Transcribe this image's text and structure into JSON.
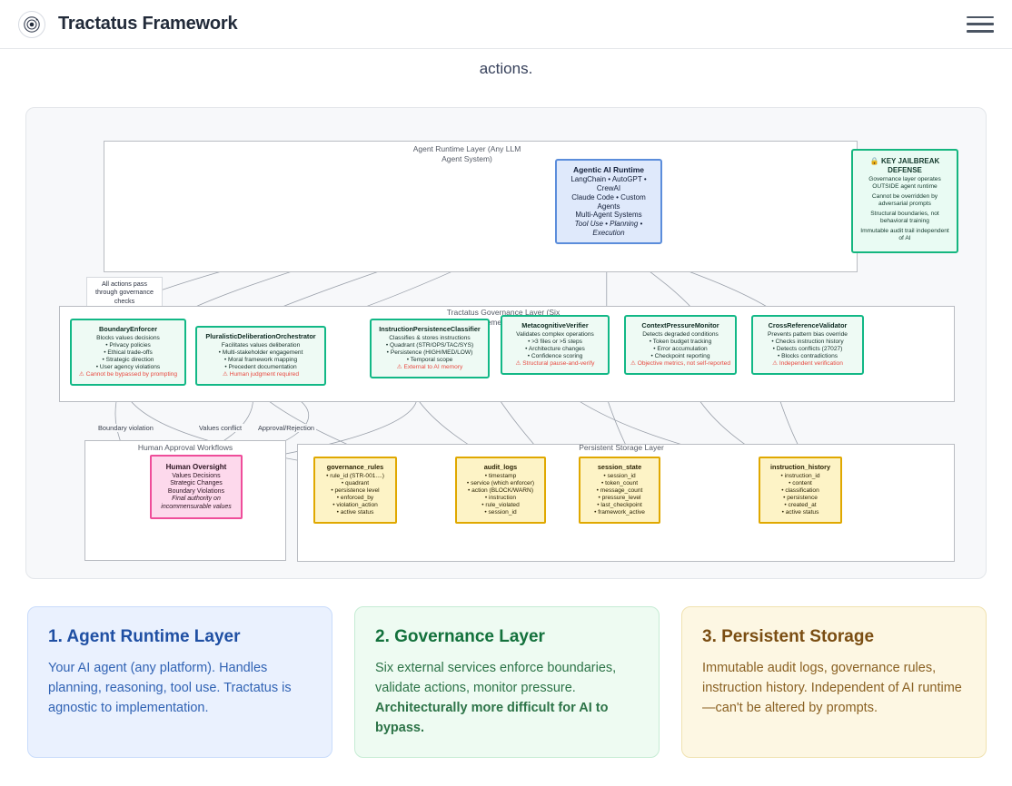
{
  "header": {
    "app_title": "Tractatus Framework",
    "logo_icon": "target-circle-icon",
    "menu_icon": "hamburger-menu-icon"
  },
  "intro": {
    "tail_text": "actions."
  },
  "diagram": {
    "runtime_group_label": "Agent Runtime Layer (Any LLM Agent System)",
    "governance_group_label": "Tractatus Governance Layer (Six Enforcement Services)",
    "storage_group_label": "Persistent Storage Layer",
    "human_group_label": "Human Approval Workflows",
    "note_all_actions": "All actions pass through governance checks",
    "edge_labels": [
      "Boundary violation",
      "Values conflict",
      "Approval/Rejection"
    ],
    "runtime": {
      "title": "Agentic AI Runtime",
      "lines": [
        "LangChain • AutoGPT • CrewAI",
        "Claude Code • Custom Agents",
        "Multi-Agent Systems"
      ],
      "italic_line": "Tool Use • Planning • Execution"
    },
    "key_defense": {
      "icon": "lock-icon",
      "title": "KEY JAILBREAK DEFENSE",
      "lines": [
        "Governance layer operates OUTSIDE agent runtime",
        "Cannot be overridden by adversarial prompts",
        "Structural boundaries, not behavioral training",
        "Immutable audit trail independent of AI"
      ]
    },
    "services": [
      {
        "title": "BoundaryEnforcer",
        "subtitle": "Blocks values decisions",
        "bullets": [
          "Privacy policies",
          "Ethical trade-offs",
          "Strategic direction",
          "User agency violations"
        ],
        "warning": "Cannot be bypassed by prompting"
      },
      {
        "title": "PluralisticDeliberationOrchestrator",
        "subtitle": "Facilitates values deliberation",
        "bullets": [
          "Multi-stakeholder engagement",
          "Moral framework mapping",
          "Precedent documentation"
        ],
        "warning": "Human judgment required"
      },
      {
        "title": "InstructionPersistenceClassifier",
        "subtitle": "Classifies & stores instructions",
        "bullets": [
          "Quadrant (STR/OPS/TAC/SYS)",
          "Persistence (HIGH/MED/LOW)",
          "Temporal scope"
        ],
        "warning": "External to AI memory"
      },
      {
        "title": "MetacognitiveVerifier",
        "subtitle": "Validates complex operations",
        "bullets": [
          ">3 files or >5 steps",
          "Architecture changes",
          "Confidence scoring"
        ],
        "warning": "Structural pause-and-verify"
      },
      {
        "title": "ContextPressureMonitor",
        "subtitle": "Detects degraded conditions",
        "bullets": [
          "Token budget tracking",
          "Error accumulation",
          "Checkpoint reporting"
        ],
        "warning": "Objective metrics, not self-reported"
      },
      {
        "title": "CrossReferenceValidator",
        "subtitle": "Prevents pattern bias override",
        "bullets": [
          "Checks instruction history",
          "Detects conflicts (27027)",
          "Blocks contradictions"
        ],
        "warning": "Independent verification"
      }
    ],
    "human_oversight": {
      "title": "Human Oversight",
      "lines": [
        "Values Decisions",
        "Strategic Changes",
        "Boundary Violations"
      ],
      "italic_lines": [
        "Final authority on",
        "incommensurable values"
      ]
    },
    "stores": [
      {
        "title": "governance_rules",
        "fields": [
          "rule_id (STR-001....)",
          "quadrant",
          "persistence level",
          "enforced_by",
          "violation_action",
          "active status"
        ]
      },
      {
        "title": "audit_logs",
        "fields": [
          "timestamp",
          "service (which enforcer)",
          "action (BLOCK/WARN)",
          "instruction",
          "rule_violated",
          "session_id"
        ]
      },
      {
        "title": "session_state",
        "fields": [
          "session_id",
          "token_count",
          "message_count",
          "pressure_level",
          "last_checkpoint",
          "framework_active"
        ]
      },
      {
        "title": "instruction_history",
        "fields": [
          "instruction_id",
          "content",
          "classification",
          "persistence",
          "created_at",
          "active status"
        ]
      }
    ]
  },
  "cards": [
    {
      "title": "1. Agent Runtime Layer",
      "body": "Your AI agent (any platform). Handles planning, reasoning, tool use. Tractatus is agnostic to implementation.",
      "bold_body": ""
    },
    {
      "title": "2. Governance Layer",
      "body": "Six external services enforce boundaries, validate actions, monitor pressure. ",
      "bold_body": "Architecturally more difficult for AI to bypass."
    },
    {
      "title": "3. Persistent Storage",
      "body": "Immutable audit logs, governance rules, instruction history. Independent of AI runtime—can't be altered by prompts.",
      "bold_body": ""
    }
  ],
  "colors": {
    "runtime_accent": "#5b8ddb",
    "governance_accent": "#12b886",
    "storage_accent": "#e0a800",
    "human_accent": "#ef4d9a",
    "warning_text": "#e8483f"
  }
}
